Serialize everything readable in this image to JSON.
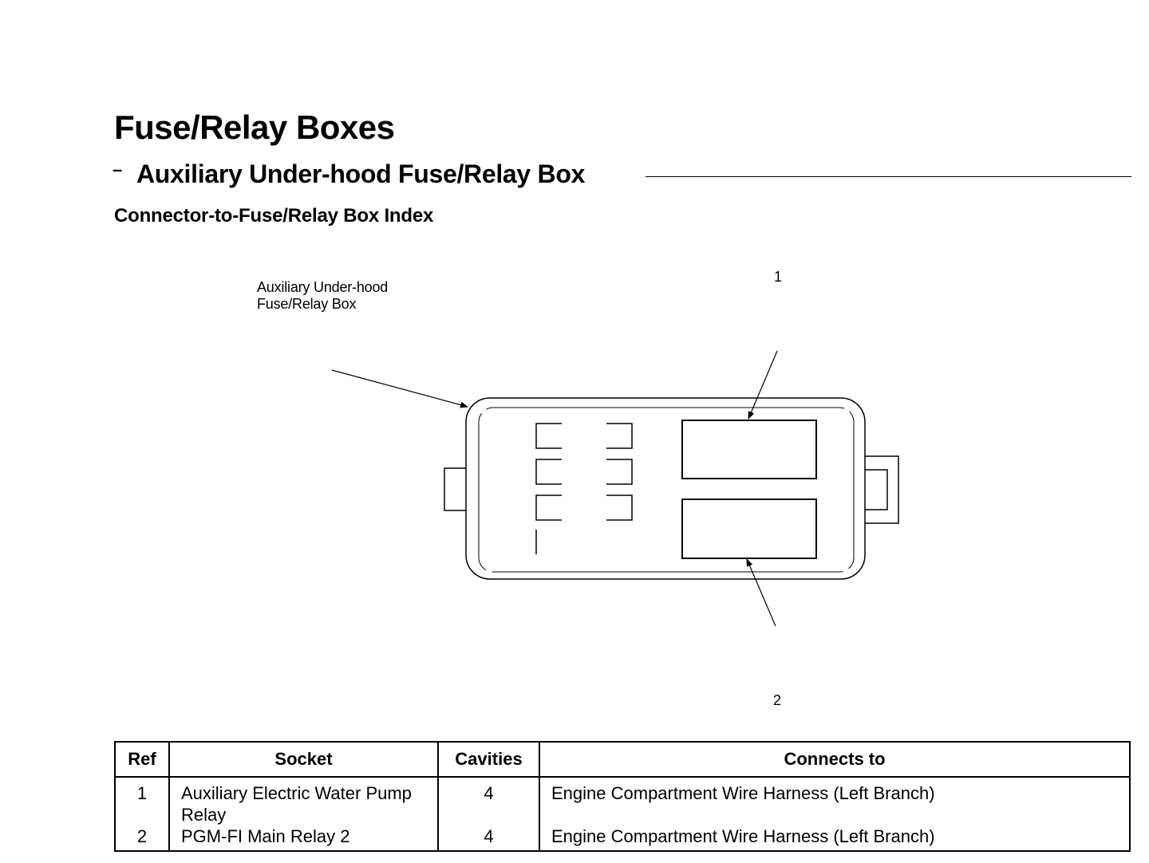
{
  "page": {
    "title": "Fuse/Relay Boxes",
    "section_marker": "–",
    "section_title": "Auxiliary Under-hood Fuse/Relay Box",
    "subsection_title": "Connector-to-Fuse/Relay Box Index"
  },
  "diagram": {
    "box_label": "Auxiliary Under-hood Fuse/Relay Box",
    "callout_1": "1",
    "callout_2": "2"
  },
  "table": {
    "headers": [
      "Ref",
      "Socket",
      "Cavities",
      "Connects to"
    ],
    "rows": [
      {
        "ref": "1",
        "socket": "Auxiliary Electric Water Pump Relay",
        "cavities": "4",
        "connects_to": "Engine Compartment Wire Harness (Left Branch)"
      },
      {
        "ref": "2",
        "socket": "PGM-FI Main Relay 2",
        "cavities": "4",
        "connects_to": "Engine Compartment Wire Harness (Left Branch)"
      }
    ]
  }
}
